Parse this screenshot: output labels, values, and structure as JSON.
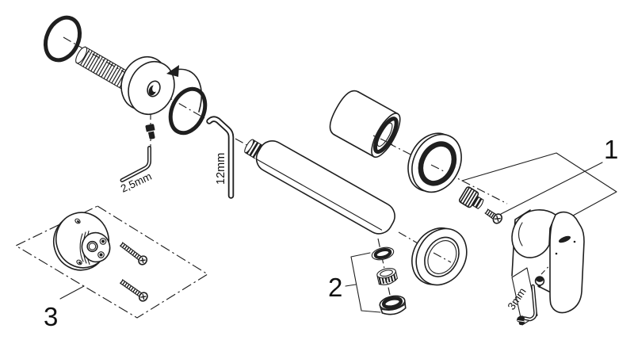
{
  "diagram": {
    "background": "#ffffff",
    "line_color": "#1f1f1f"
  },
  "labels": {
    "part1": "1",
    "part2": "2",
    "part3": "3",
    "key_small": "2,5mm",
    "key_spout": "12mm",
    "key_handle": "3mm"
  }
}
